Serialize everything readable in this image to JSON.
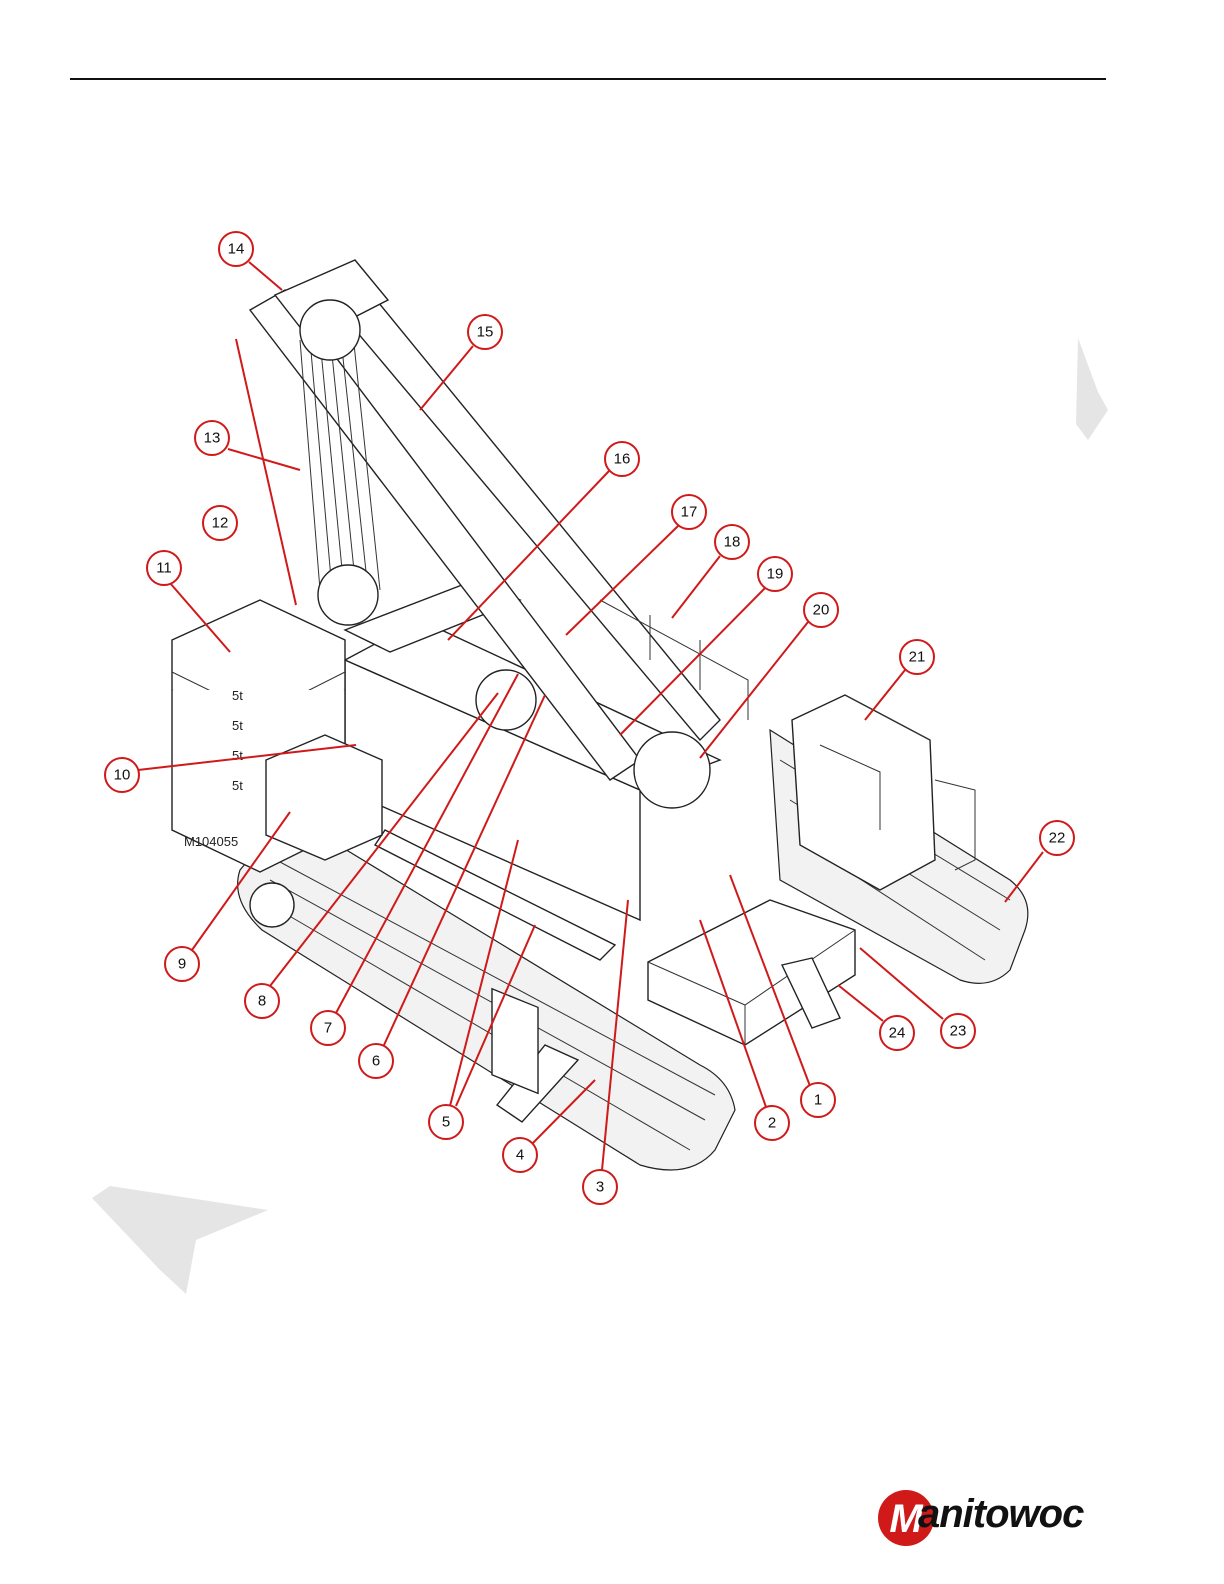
{
  "figure": {
    "id": "M104055",
    "callouts": [
      "1",
      "2",
      "3",
      "4",
      "5",
      "6",
      "7",
      "8",
      "9",
      "10",
      "11",
      "12",
      "13",
      "14",
      "15",
      "16",
      "17",
      "18",
      "19",
      "20",
      "21",
      "22",
      "23",
      "24"
    ],
    "counterweight_label": "5t"
  },
  "brand": {
    "logo_text": "anitowoc",
    "logo_initial": "M",
    "logo_color": "#d01a1a"
  }
}
